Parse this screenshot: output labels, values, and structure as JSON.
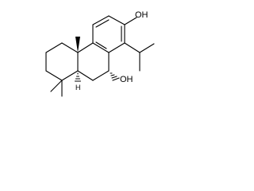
{
  "molecule": {
    "atoms": {
      "phenol_oh": "OH",
      "benzylic_oh": "OH",
      "h_stereo": "H"
    },
    "colors": {
      "bond": "#000000",
      "background": "#ffffff"
    }
  }
}
